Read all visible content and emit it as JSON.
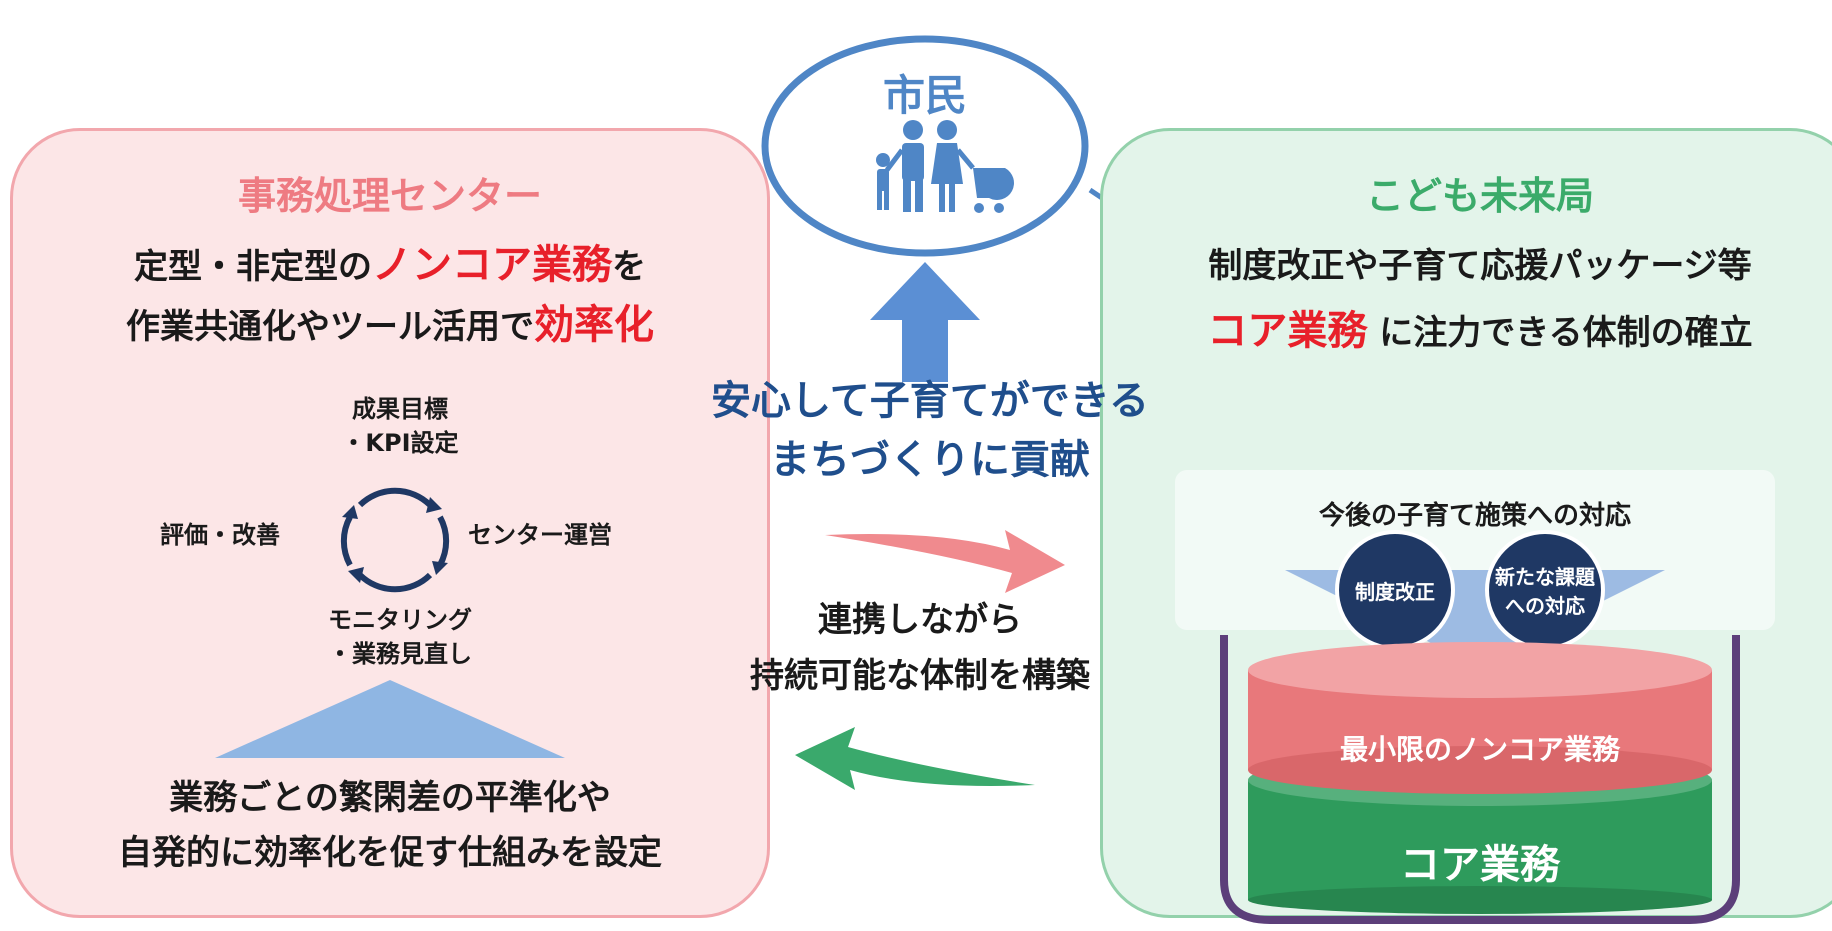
{
  "citizen": {
    "label": "市民",
    "icon": "family-icon"
  },
  "left": {
    "title": "事務処理センター",
    "line1_pre": "定型・非定型の",
    "line1_red": "ノンコア業務",
    "line1_post": "を",
    "line2_pre": "作業共通化やツール活用で",
    "line2_red": "効率化",
    "cycle": {
      "top_line1": "成果目標",
      "top_line2": "・KPI設定",
      "right": "センター運営",
      "bottom_line1": "モニタリング",
      "bottom_line2": "・業務見直し",
      "left": "評価・改善"
    },
    "bottom_line1": "業務ごとの繁閑差の平準化や",
    "bottom_line2": "自発的に効率化を促す仕組みを設定"
  },
  "center": {
    "contribution_line1": "安心して子育てができる",
    "contribution_line2": "まちづくりに貢献",
    "collab_line1": "連携しながら",
    "collab_line2": "持続可能な体制を構築"
  },
  "right": {
    "title": "こども未来局",
    "line1": "制度改正や子育て応援パッケージ等",
    "line2_red": "コア業務",
    "line2_post": " に注力できる体制の確立",
    "policy_header": "今後の子育て施策への対応",
    "circle1": "制度改正",
    "circle2_line1": "新たな課題",
    "circle2_line2": "への対応",
    "layer_top": "最小限のノンコア業務",
    "layer_bottom": "コア業務"
  },
  "colors": {
    "left_fill": "#fce6e7",
    "left_border": "#f2a7ad",
    "left_title": "#ee7b82",
    "right_fill": "#e3f4ea",
    "right_border": "#93d1ab",
    "right_title": "#3bab6a",
    "accent_red": "#e8202a",
    "citizen_blue": "#4f86c6",
    "navy": "#1f3864",
    "core_green": "#2e9b5c",
    "noncore_pink": "#e8787b",
    "container_purple": "#5c3f7a"
  }
}
